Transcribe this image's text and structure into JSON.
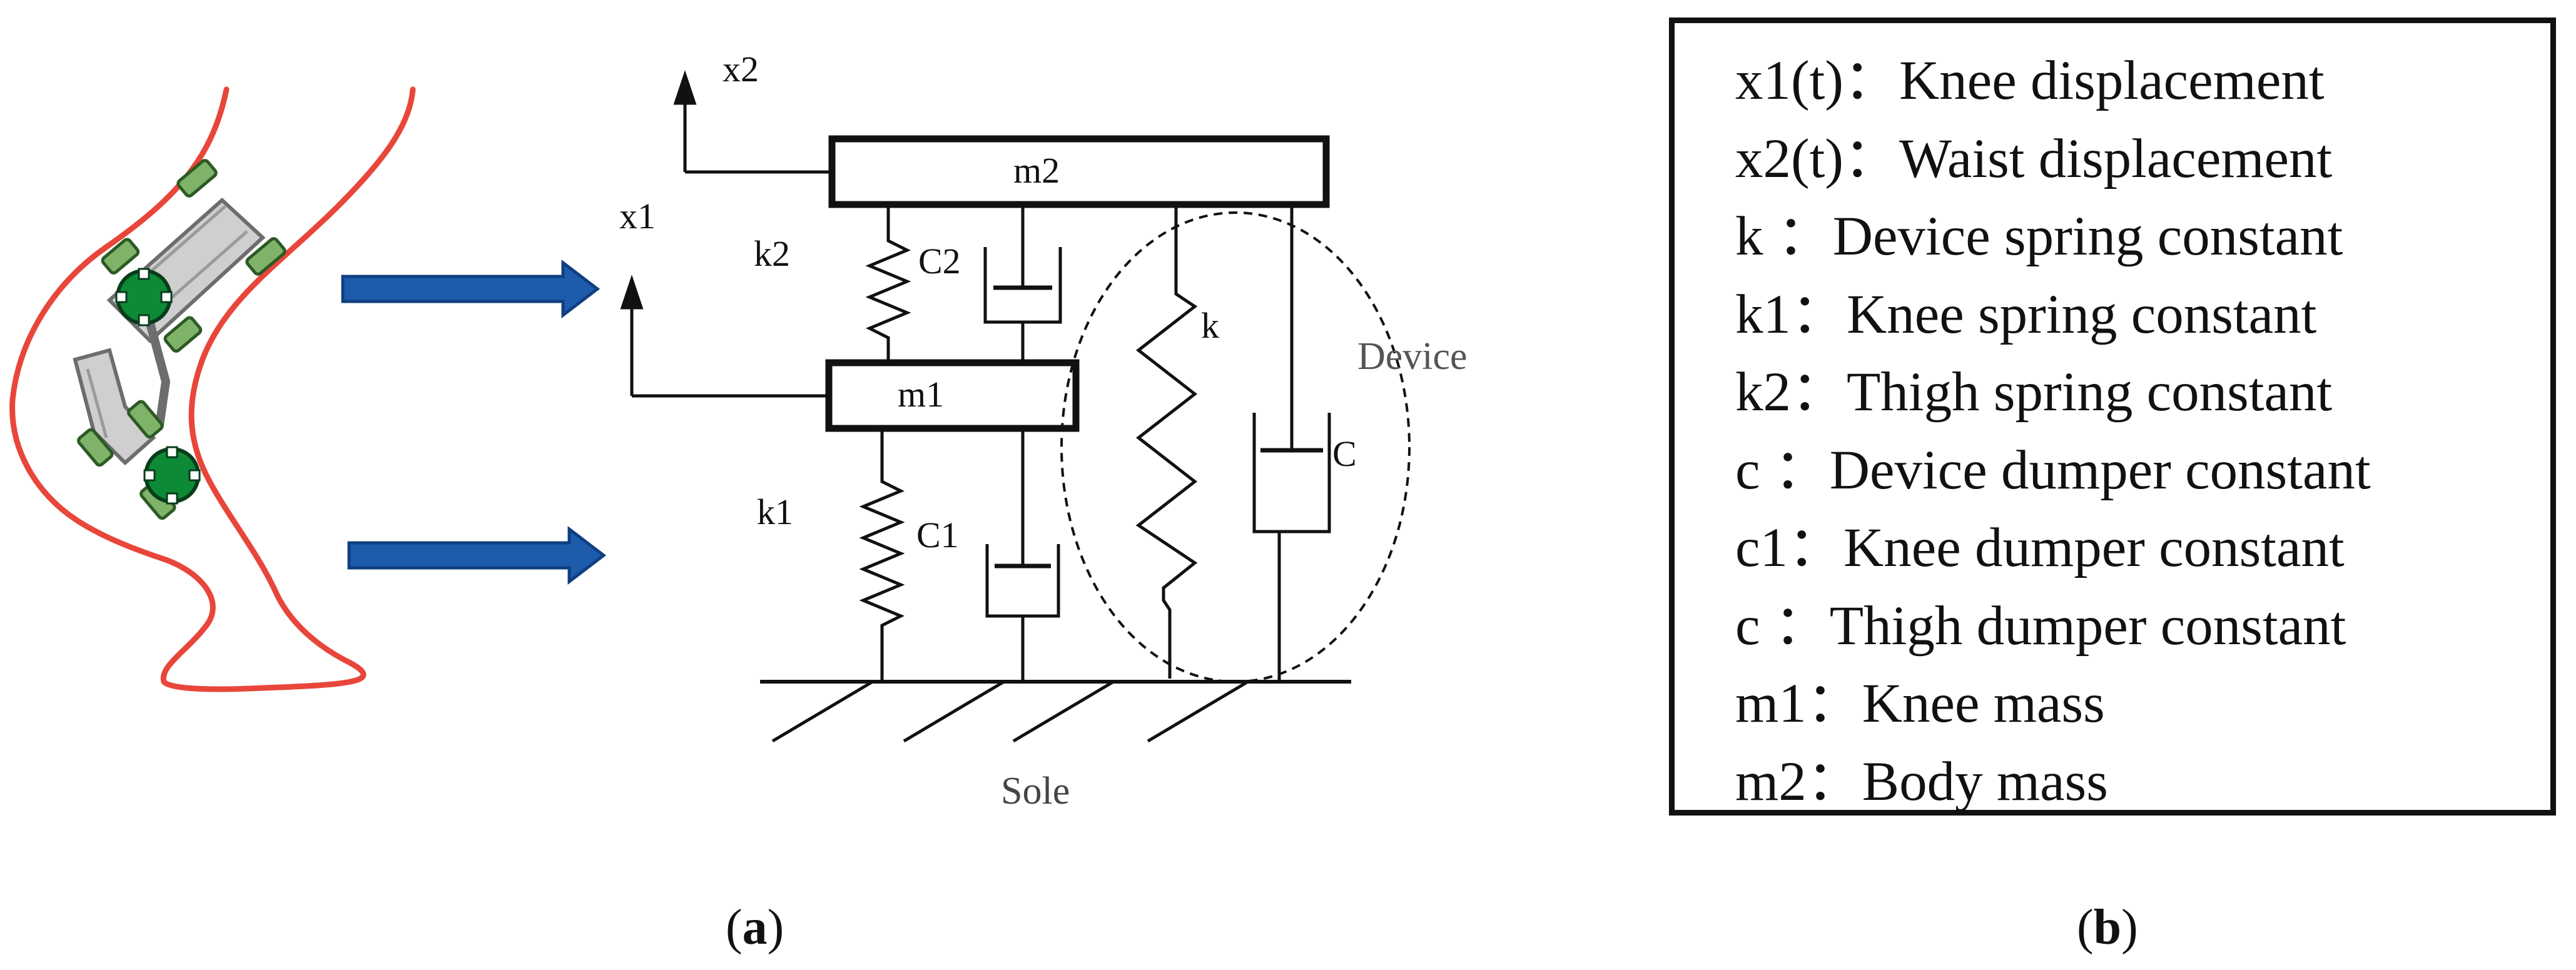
{
  "panel_a": {
    "caption_prefix": "(",
    "caption_letter": "a",
    "caption_suffix": ")",
    "labels": {
      "x2": "x2",
      "x1": "x1",
      "m2": "m2",
      "m1": "m1",
      "k2": "k2",
      "c2": "C2",
      "k1": "k1",
      "c1": "C1",
      "k": "k",
      "c": "C",
      "device": "Device",
      "sole": "Sole"
    },
    "colors": {
      "leg_outline": "#e8463a",
      "arrow_fill": "#1c5cab",
      "arrow_outline": "#0f3f80",
      "joint_green": "#0d8a36",
      "pad_green": "#7fb36a",
      "brace_gray": "#cfcfcf"
    }
  },
  "panel_b": {
    "caption_prefix": "(",
    "caption_letter": "b",
    "caption_suffix": ")",
    "legend": [
      "x1(t)：Knee displacement",
      "x2(t)：Waist displacement",
      "k  ：Device spring constant",
      "k1：Knee spring constant",
      "k2：Thigh spring constant",
      "c  ：Device dumper constant",
      "c1：Knee dumper constant",
      "c  ：Thigh dumper constant",
      "m1：Knee mass",
      "m2：Body mass"
    ]
  }
}
